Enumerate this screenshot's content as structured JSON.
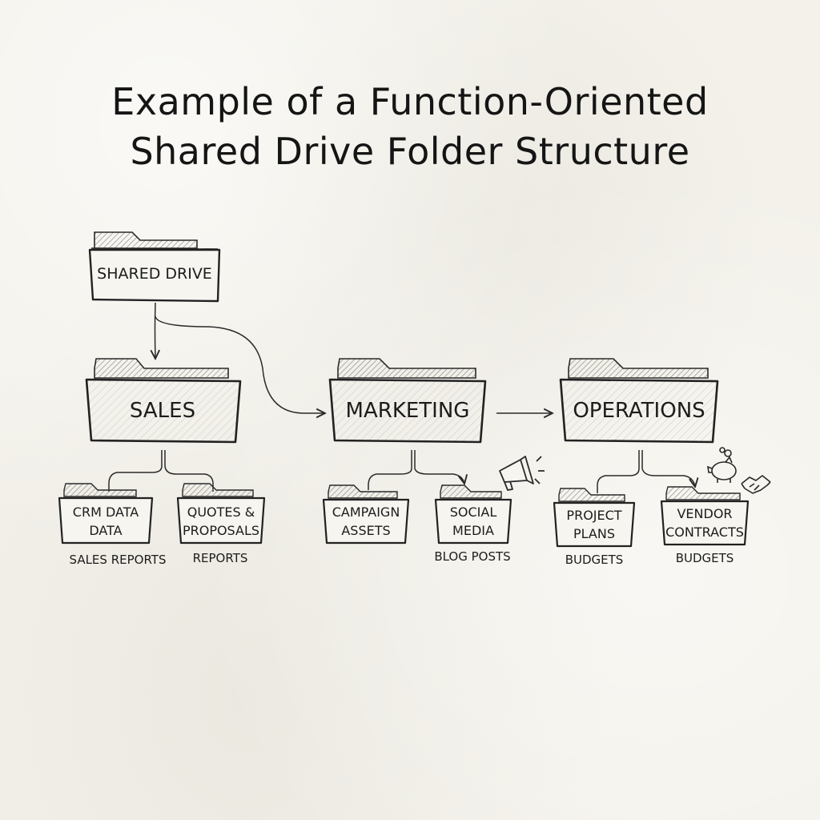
{
  "title": {
    "line1": "Example of a Function-Oriented",
    "line2": "Shared Drive Folder Structure"
  },
  "root": {
    "label": "SHARED DRIVE"
  },
  "departments": [
    {
      "label": "SALES",
      "subfolders": [
        {
          "line1": "CRM DATA",
          "line2": "DATA",
          "caption": "SALES REPORTS"
        },
        {
          "line1": "QUOTES &",
          "line2": "PROPOSALS",
          "caption": "REPORTS"
        }
      ]
    },
    {
      "label": "MARKETING",
      "subfolders": [
        {
          "line1": "CAMPAIGN",
          "line2": "ASSETS",
          "caption": ""
        },
        {
          "line1": "SOCIAL",
          "line2": "MEDIA",
          "caption": "BLOG POSTS"
        }
      ]
    },
    {
      "label": "OPERATIONS",
      "subfolders": [
        {
          "line1": "PROJECT",
          "line2": "PLANS",
          "caption": "BUDGETS"
        },
        {
          "line1": "VENDOR",
          "line2": "CONTRACTS",
          "caption": "BUDGETS"
        }
      ]
    }
  ],
  "icons": [
    "megaphone-icon",
    "piggy-bank-icon",
    "handshake-icon"
  ],
  "colors": {
    "ink": "#1f1f1f",
    "paper": "#f3f1ea",
    "folder_fill": "#f6f5f0",
    "tab_fill": "#c9c7c0"
  }
}
